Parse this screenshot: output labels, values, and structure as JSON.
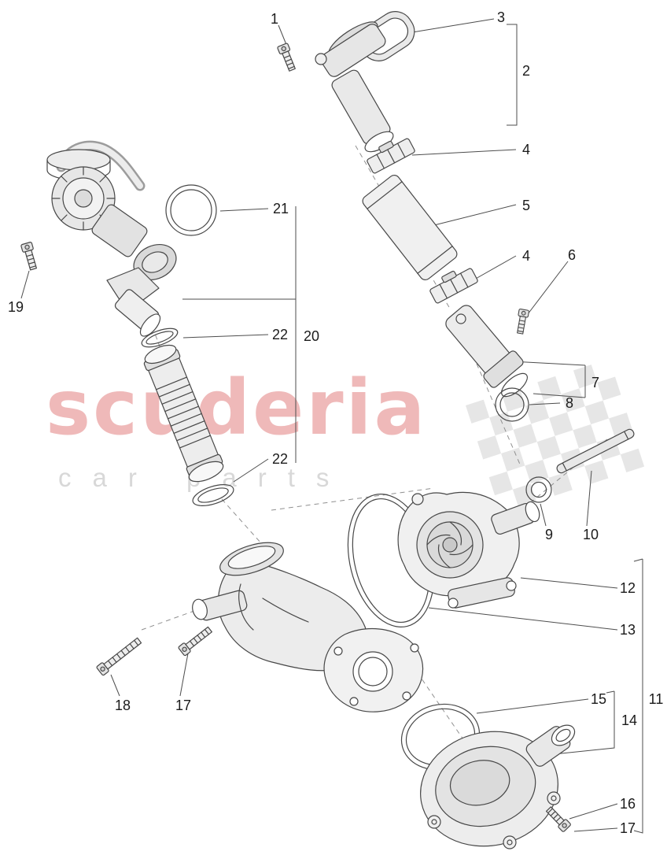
{
  "watermark": {
    "brand": "scuderia",
    "subtitle": "car parts",
    "brand_color": "#efb9b9",
    "subtitle_color": "#d8d8d8",
    "flag_color": "#cfcfcf"
  },
  "diagram": {
    "type": "exploded-parts-diagram",
    "subject": "water pump, thermostat housing and coolant pipes",
    "callouts": [
      {
        "label": "1"
      },
      {
        "label": "3"
      },
      {
        "label": "2"
      },
      {
        "label": "4"
      },
      {
        "label": "5"
      },
      {
        "label": "4"
      },
      {
        "label": "6"
      },
      {
        "label": "21"
      },
      {
        "label": "19"
      },
      {
        "label": "22"
      },
      {
        "label": "20"
      },
      {
        "label": "7"
      },
      {
        "label": "8"
      },
      {
        "label": "22"
      },
      {
        "label": "9"
      },
      {
        "label": "10"
      },
      {
        "label": "12"
      },
      {
        "label": "13"
      },
      {
        "label": "18"
      },
      {
        "label": "17"
      },
      {
        "label": "15"
      },
      {
        "label": "14"
      },
      {
        "label": "11"
      },
      {
        "label": "16"
      },
      {
        "label": "17"
      }
    ]
  }
}
